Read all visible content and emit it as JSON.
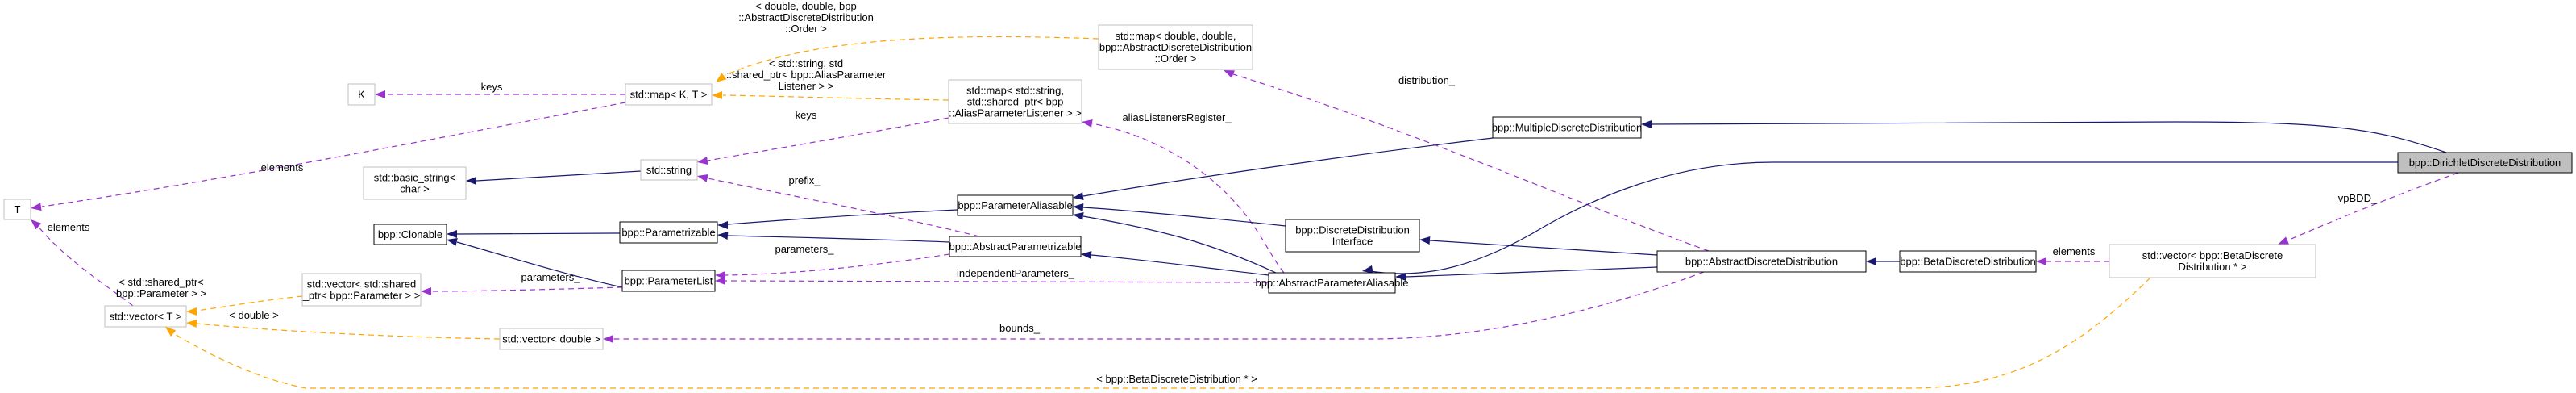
{
  "diagram": {
    "type": "collaboration-graph",
    "focus_class": "bpp::DirichletDiscreteDistribution",
    "colors": {
      "inheritance": "#191970",
      "usage": "#9a32cd",
      "template": "#ffa500",
      "focus_fill": "#bfbfbf",
      "template_border": "#bfbfbf"
    },
    "nodes": {
      "T": {
        "lines": [
          "T"
        ],
        "kind": "template"
      },
      "K": {
        "lines": [
          "K"
        ],
        "kind": "template"
      },
      "map_KT": {
        "lines": [
          "std::map< K, T >"
        ],
        "kind": "template"
      },
      "map_order": {
        "lines": [
          "std::map< double, double,",
          "bpp::AbstractDiscreteDistribution",
          "::Order >"
        ],
        "kind": "template"
      },
      "map_listener": {
        "lines": [
          "std::map< std::string,",
          "std::shared_ptr< bpp",
          "::AliasParameterListener > >"
        ],
        "kind": "template"
      },
      "basic_string": {
        "lines": [
          "std::basic_string<",
          "char >"
        ],
        "kind": "template"
      },
      "string": {
        "lines": [
          "std::string"
        ],
        "kind": "template"
      },
      "clonable": {
        "lines": [
          "bpp::Clonable"
        ],
        "kind": "class"
      },
      "parametrizable": {
        "lines": [
          "bpp::Parametrizable"
        ],
        "kind": "class"
      },
      "parameterlist": {
        "lines": [
          "bpp::ParameterList"
        ],
        "kind": "class"
      },
      "parameteraliasable": {
        "lines": [
          "bpp::ParameterAliasable"
        ],
        "kind": "class"
      },
      "abstractparametrizable": {
        "lines": [
          "bpp::AbstractParametrizable"
        ],
        "kind": "class"
      },
      "vector_sp_param": {
        "lines": [
          "std::vector< std::shared",
          "_ptr< bpp::Parameter > >"
        ],
        "kind": "template"
      },
      "vector_T": {
        "lines": [
          "std::vector< T >"
        ],
        "kind": "template"
      },
      "vector_double": {
        "lines": [
          "std::vector< double >"
        ],
        "kind": "template"
      },
      "ddinterface": {
        "lines": [
          "bpp::DiscreteDistribution",
          "Interface"
        ],
        "kind": "class"
      },
      "abstractparameteraliasable": {
        "lines": [
          "bpp::AbstractParameterAliasable"
        ],
        "kind": "class"
      },
      "multiplediscrete": {
        "lines": [
          "bpp::MultipleDiscreteDistribution"
        ],
        "kind": "class"
      },
      "abstractdiscrete": {
        "lines": [
          "bpp::AbstractDiscreteDistribution"
        ],
        "kind": "class"
      },
      "betadiscrete": {
        "lines": [
          "bpp::BetaDiscreteDistribution"
        ],
        "kind": "class"
      },
      "vector_bdd": {
        "lines": [
          "std::vector< bpp::BetaDiscrete",
          "Distribution * >"
        ],
        "kind": "template"
      },
      "dirichlet": {
        "lines": [
          "bpp::DirichletDiscreteDistribution"
        ],
        "kind": "focus"
      }
    },
    "edges": [
      {
        "id": "e1",
        "from": "map_KT",
        "to": "K",
        "kind": "usage",
        "label": [
          "keys"
        ]
      },
      {
        "id": "e2",
        "from": "map_KT",
        "to": "T",
        "kind": "usage",
        "label": [
          "elements"
        ]
      },
      {
        "id": "e3",
        "from": "vector_T",
        "to": "T",
        "kind": "usage",
        "label": [
          "elements"
        ]
      },
      {
        "id": "e4",
        "from": "map_order",
        "to": "map_KT",
        "kind": "templ",
        "label": [
          "< double, double, bpp",
          "::AbstractDiscreteDistribution",
          "::Order >"
        ]
      },
      {
        "id": "e5",
        "from": "map_listener",
        "to": "map_KT",
        "kind": "templ",
        "label": [
          "< std::string, std",
          "::shared_ptr< bpp::AliasParameter",
          "Listener > >"
        ]
      },
      {
        "id": "e6",
        "from": "map_listener",
        "to": "string",
        "kind": "usage",
        "label": [
          "keys"
        ]
      },
      {
        "id": "e7",
        "from": "string",
        "to": "basic_string",
        "kind": "inherit",
        "label": []
      },
      {
        "id": "e8",
        "from": "parametrizable",
        "to": "clonable",
        "kind": "inherit",
        "label": []
      },
      {
        "id": "e9",
        "from": "parameterlist",
        "to": "clonable",
        "kind": "inherit",
        "label": []
      },
      {
        "id": "e10",
        "from": "parameteraliasable",
        "to": "parametrizable",
        "kind": "inherit",
        "label": []
      },
      {
        "id": "e11",
        "from": "abstractparametrizable",
        "to": "parametrizable",
        "kind": "inherit",
        "label": []
      },
      {
        "id": "e12",
        "from": "abstractparametrizable",
        "to": "string",
        "kind": "usage",
        "label": [
          "prefix_"
        ]
      },
      {
        "id": "e13",
        "from": "abstractparametrizable",
        "to": "parameterlist",
        "kind": "usage",
        "label": [
          "parameters_"
        ]
      },
      {
        "id": "e14",
        "from": "parameterlist",
        "to": "vector_sp_param",
        "kind": "usage",
        "label": [
          "parameters_"
        ]
      },
      {
        "id": "e15",
        "from": "vector_sp_param",
        "to": "vector_T",
        "kind": "templ",
        "label": [
          "< std::shared_ptr<",
          "bpp::Parameter > >"
        ]
      },
      {
        "id": "e16",
        "from": "vector_double",
        "to": "vector_T",
        "kind": "templ",
        "label": [
          "< double >"
        ]
      },
      {
        "id": "e17",
        "from": "vector_bdd",
        "to": "vector_T",
        "kind": "templ",
        "label": [
          "< bpp::BetaDiscreteDistribution * >"
        ]
      },
      {
        "id": "e18",
        "from": "abstractparameteraliasable",
        "to": "parameteraliasable",
        "kind": "inherit",
        "label": []
      },
      {
        "id": "e19",
        "from": "abstractparameteraliasable",
        "to": "abstractparametrizable",
        "kind": "inherit",
        "label": []
      },
      {
        "id": "e20",
        "from": "abstractparameteraliasable",
        "to": "parameterlist",
        "kind": "usage",
        "label": [
          "independentParameters_"
        ]
      },
      {
        "id": "e21",
        "from": "abstractparameteraliasable",
        "to": "map_listener",
        "kind": "usage",
        "label": [
          "aliasListenersRegister_"
        ]
      },
      {
        "id": "e22",
        "from": "ddinterface",
        "to": "parameteraliasable",
        "kind": "inherit",
        "label": []
      },
      {
        "id": "e23",
        "from": "multiplediscrete",
        "to": "parameteraliasable",
        "kind": "inherit",
        "label": []
      },
      {
        "id": "e24",
        "from": "abstractdiscrete",
        "to": "ddinterface",
        "kind": "inherit",
        "label": []
      },
      {
        "id": "e25",
        "from": "abstractdiscrete",
        "to": "abstractparameteraliasable",
        "kind": "inherit",
        "label": []
      },
      {
        "id": "e26",
        "from": "abstractdiscrete",
        "to": "map_order",
        "kind": "usage",
        "label": [
          "distribution_"
        ]
      },
      {
        "id": "e27",
        "from": "abstractdiscrete",
        "to": "vector_double",
        "kind": "usage",
        "label": [
          "bounds_"
        ]
      },
      {
        "id": "e28",
        "from": "betadiscrete",
        "to": "abstractdiscrete",
        "kind": "inherit",
        "label": []
      },
      {
        "id": "e29",
        "from": "vector_bdd",
        "to": "betadiscrete",
        "kind": "usage",
        "label": [
          "elements"
        ]
      },
      {
        "id": "e30",
        "from": "dirichlet",
        "to": "multiplediscrete",
        "kind": "inherit",
        "label": []
      },
      {
        "id": "e31",
        "from": "dirichlet",
        "to": "abstractparameteraliasable",
        "kind": "inherit",
        "label": []
      },
      {
        "id": "e32",
        "from": "dirichlet",
        "to": "vector_bdd",
        "kind": "usage",
        "label": [
          "vpBDD_"
        ]
      }
    ]
  }
}
